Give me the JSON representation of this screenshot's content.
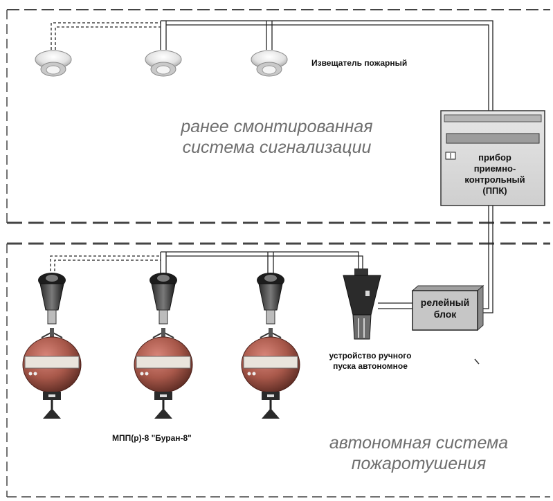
{
  "labels": {
    "detector": "Извещатель пожарный",
    "zone_top_line1": "ранее смонтированная",
    "zone_top_line2": "система сигнализации",
    "ppk_line1": "прибор",
    "ppk_line2": "приемно-",
    "ppk_line3": "контрольный",
    "ppk_line4": "(ППК)",
    "relay_line1": "релейный",
    "relay_line2": "блок",
    "manual_line1": "устройство ручного",
    "manual_line2": "пуска автономное",
    "module": "МПП(р)-8 \"Буран-8\"",
    "zone_bottom_line1": "автономная система",
    "zone_bottom_line2": "пожаротушения"
  },
  "colors": {
    "zone_title": "#6e6e6e",
    "module_body": "#a8584a",
    "device_dark": "#1e1e1e",
    "panel_fill": "#d9d9d9"
  }
}
